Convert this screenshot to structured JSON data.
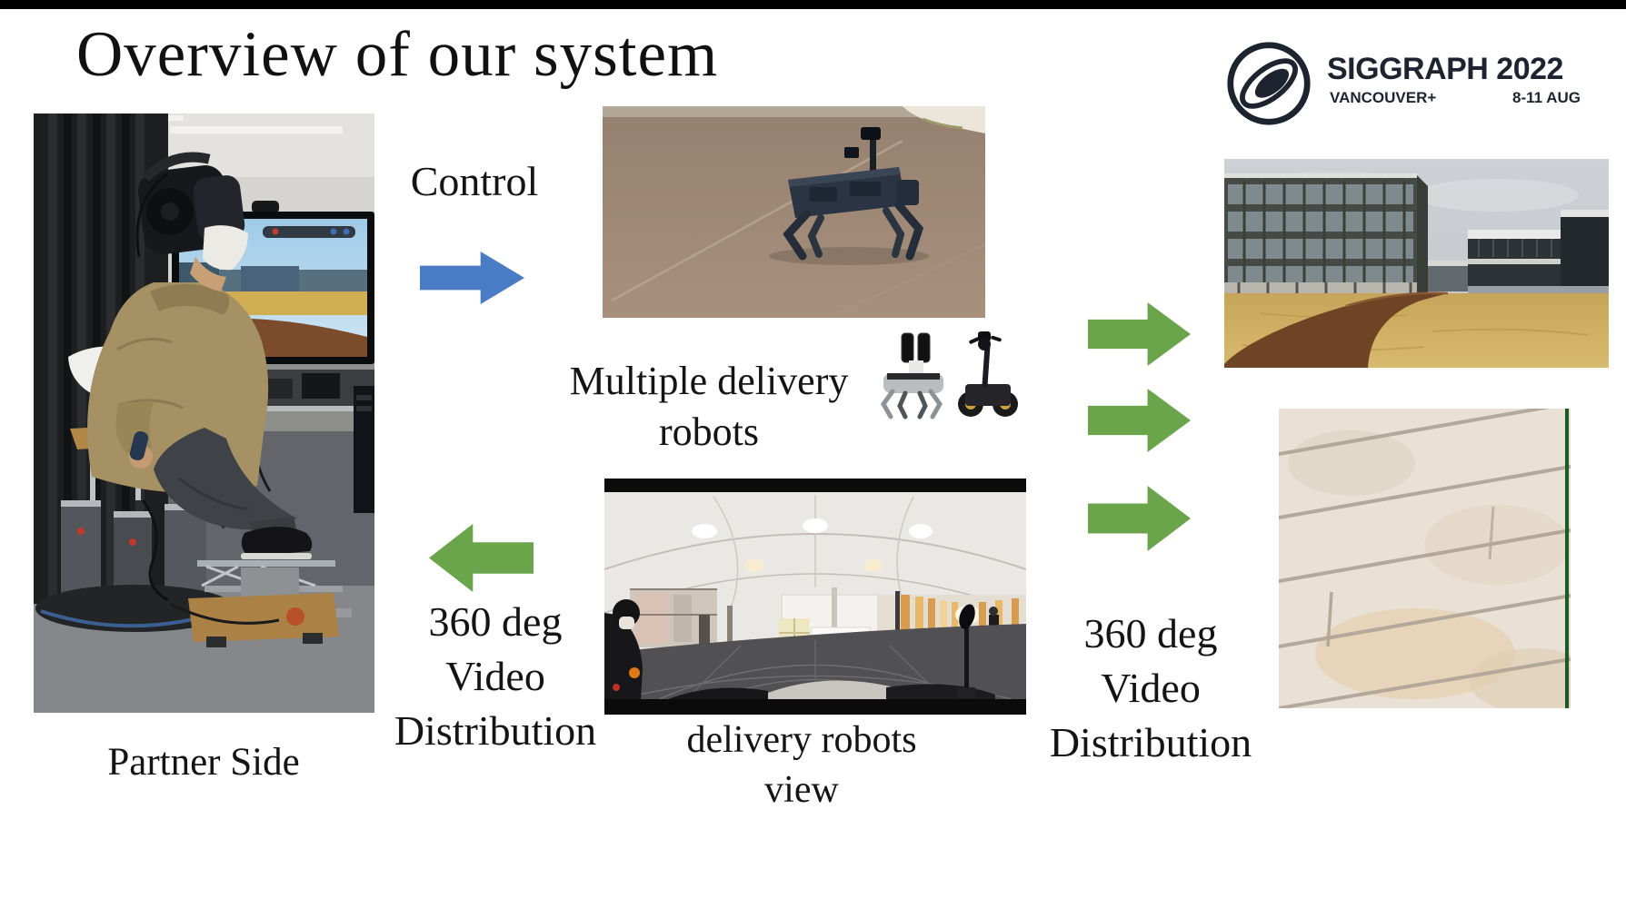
{
  "slide": {
    "title": "Overview of our system",
    "conference": {
      "name": "SIGGRAPH 2022",
      "location": "VANCOUVER+",
      "dates": "8-11 AUG"
    },
    "labels": {
      "control": "Control",
      "robots_line1": "Multiple delivery",
      "robots_line2": "robots",
      "view_line1": "delivery robots",
      "view_line2": "view",
      "partner": "Partner Side",
      "dist_left": {
        "l1": "360 deg",
        "l2": "Video",
        "l3": "Distribution"
      },
      "dist_right": {
        "l1": "360 deg",
        "l2": "Video",
        "l3": "Distribution"
      }
    },
    "colors": {
      "arrow_blue": "#4a7cc5",
      "arrow_green": "#6aa44b",
      "logo_ink": "#1d2430",
      "top_bar": "#000000",
      "background": "#ffffff"
    },
    "photos": {
      "partner_side": "Person wearing VR headset seated on a motion platform in front of a display",
      "quadruped_robot": "Quadruped delivery robot with 360 camera walking on outdoor pavement",
      "delivery_robots": "Quadruped robot and wheeled robot with mounted 360 cameras",
      "robot_view_360": "360-degree equirectangular indoor view captured by the delivery robot",
      "campus_view": "Campus buildings with a curved brown path across a dry lawn",
      "floor_view": "Blurred close-up of a tiled floor seen from robot camera"
    }
  }
}
